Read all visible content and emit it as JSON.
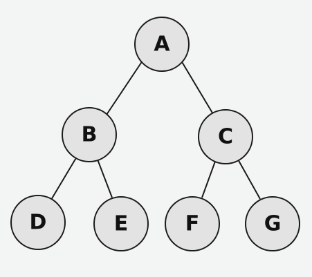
{
  "tree": {
    "nodes": [
      {
        "id": "A",
        "label": "A"
      },
      {
        "id": "B",
        "label": "B"
      },
      {
        "id": "C",
        "label": "C"
      },
      {
        "id": "D",
        "label": "D"
      },
      {
        "id": "E",
        "label": "E"
      },
      {
        "id": "F",
        "label": "F"
      },
      {
        "id": "G",
        "label": "G"
      }
    ],
    "edges": [
      {
        "from": "A",
        "to": "B"
      },
      {
        "from": "A",
        "to": "C"
      },
      {
        "from": "B",
        "to": "D"
      },
      {
        "from": "B",
        "to": "E"
      },
      {
        "from": "C",
        "to": "F"
      },
      {
        "from": "C",
        "to": "G"
      }
    ]
  },
  "colors": {
    "background": "#f3f5f4",
    "node_fill": "#e3e3e3",
    "stroke": "#1a1a1a",
    "text": "#111111"
  }
}
